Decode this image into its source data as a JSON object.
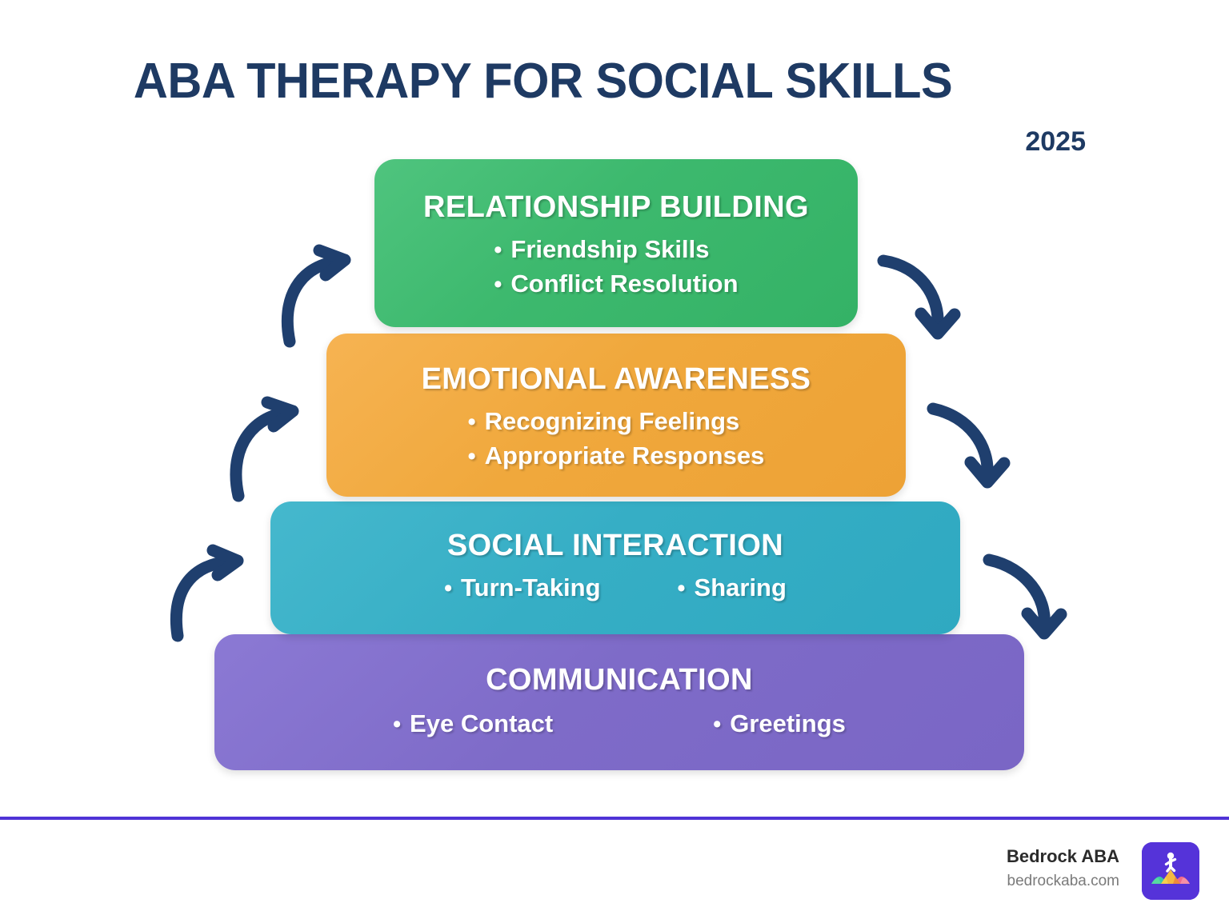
{
  "header": {
    "title": "ABA THERAPY FOR SOCIAL SKILLS",
    "year": "2025"
  },
  "colors": {
    "title_navy": "#1E3A63",
    "arrow_navy": "#1F3F6E",
    "divider_purple": "#4F33D6",
    "layer_green": "#3DB96E",
    "layer_orange": "#F0A83C",
    "layer_teal": "#36AEC5",
    "layer_purple": "#7E6BC8",
    "logo_purple": "#5533D9"
  },
  "pyramid": {
    "layers": [
      {
        "id": "relationship-building",
        "title": "RELATIONSHIP BUILDING",
        "color": "#3DB96E",
        "bullet_layout": "stacked",
        "bullets": [
          "Friendship Skills",
          "Conflict Resolution"
        ]
      },
      {
        "id": "emotional-awareness",
        "title": "EMOTIONAL AWARENESS",
        "color": "#F0A83C",
        "bullet_layout": "stacked",
        "bullets": [
          "Recognizing Feelings",
          "Appropriate Responses"
        ]
      },
      {
        "id": "social-interaction",
        "title": "SOCIAL INTERACTION",
        "color": "#36AEC5",
        "bullet_layout": "row",
        "bullets": [
          "Turn-Taking",
          "Sharing"
        ]
      },
      {
        "id": "communication",
        "title": "COMMUNICATION",
        "color": "#7E6BC8",
        "bullet_layout": "row",
        "bullets": [
          "Eye Contact",
          "Greetings"
        ]
      }
    ],
    "bullet_glyph": "•"
  },
  "arrows": {
    "left": [
      {
        "name": "arrow-up-communication-to-social",
        "direction": "up-right"
      },
      {
        "name": "arrow-up-social-to-emotional",
        "direction": "up-right"
      },
      {
        "name": "arrow-up-emotional-to-relationship",
        "direction": "up-right"
      }
    ],
    "right": [
      {
        "name": "arrow-down-relationship-to-emotional",
        "direction": "down-right"
      },
      {
        "name": "arrow-down-emotional-to-social",
        "direction": "down-right"
      },
      {
        "name": "arrow-down-social-to-communication",
        "direction": "down-right"
      }
    ]
  },
  "footer": {
    "brand_name": "Bedrock ABA",
    "brand_url": "bedrockaba.com",
    "logo_alt": "bedrock-aba-logo"
  }
}
